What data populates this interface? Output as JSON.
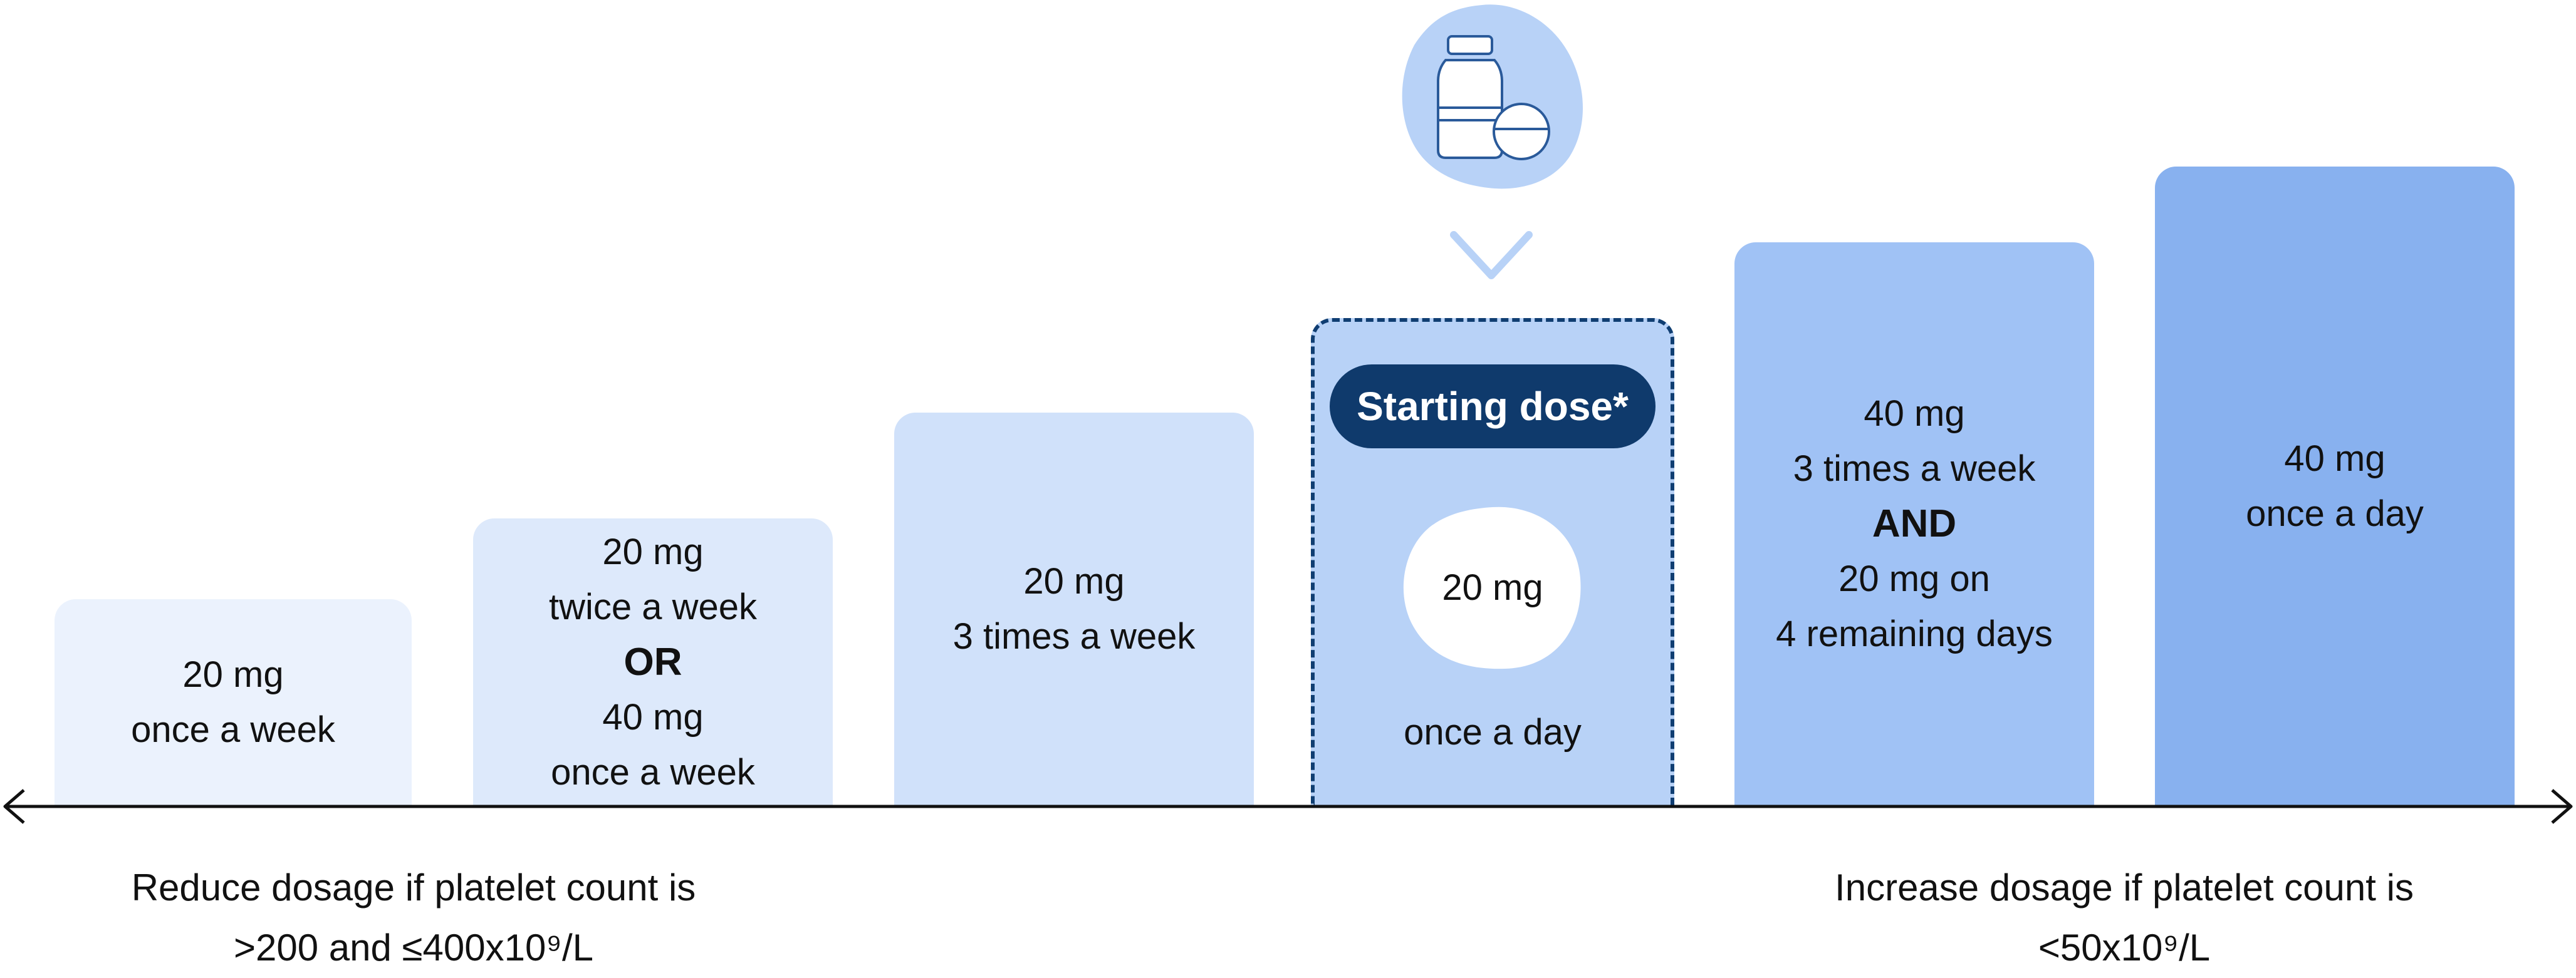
{
  "steps": [
    {
      "lines": [
        "20 mg",
        "once a week"
      ]
    },
    {
      "lines": [
        "20 mg",
        "twice a week",
        "OR",
        "40 mg",
        "once a week"
      ]
    },
    {
      "lines": [
        "20 mg",
        "3 times a week"
      ]
    },
    {
      "badge": "Starting dose*",
      "dose": "20 mg",
      "frequency": "once a day"
    },
    {
      "lines": [
        "40 mg",
        "3 times a week",
        "AND",
        "20 mg on",
        "4 remaining days"
      ]
    },
    {
      "lines": [
        "40 mg",
        "once a day"
      ]
    }
  ],
  "captions": {
    "reduce_line1": "Reduce dosage if platelet count is",
    "reduce_line2": ">200 and ≤400x10⁹/L",
    "increase_line1": "Increase dosage if platelet count is",
    "increase_line2": "<50x10⁹/L"
  },
  "icons": {
    "medication": "medication-bottle-and-tablet-icon",
    "pointer": "chevron-down-icon",
    "axis": "double-headed-arrow"
  },
  "colors": {
    "step_1": "#ebf2fd",
    "step_2": "#dde9fb",
    "step_3": "#d0e1fa",
    "step_4": "#b8d2f7",
    "step_5": "#a0c2f5",
    "step_6": "#88b1ef",
    "badge": "#0f3a6c"
  }
}
